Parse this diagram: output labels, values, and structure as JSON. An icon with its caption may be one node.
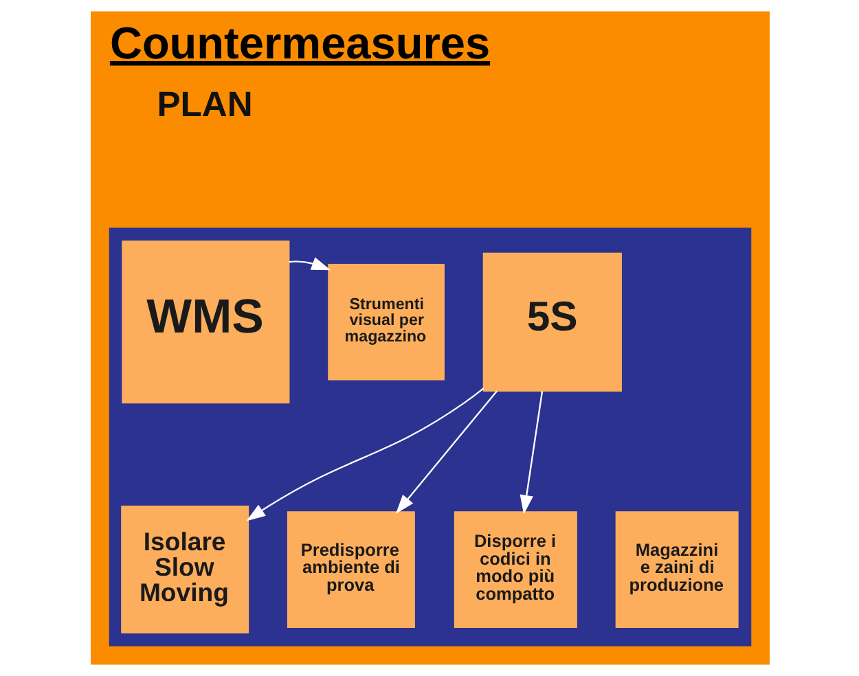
{
  "diagram": {
    "title": "Countermeasures",
    "nodes": [
      {
        "text": [],
        "shape": "box"
      },
      {
        "text": [
          "WMS"
        ],
        "in": 0
      },
      {
        "text": [
          "Strumenti visual per magazzino"
        ],
        "in": 0
      },
      {
        "text": [
          "5S"
        ],
        "in": 0
      },
      {
        "text": [
          "Isolare Slow Moving"
        ],
        "in": 0
      },
      {
        "text": [
          "Predisporre ambiente di prova"
        ],
        "in": 0
      },
      {
        "text": [
          "Disporre i codici in modo più compatto"
        ],
        "in": 0
      },
      {
        "text": [
          "Magazzini e zaini di produzione"
        ],
        "in": 0
      }
    ],
    "edges": [
      {
        "from": 1,
        "to": 2,
        "arrow": "to"
      },
      {
        "from": 3,
        "to": 4,
        "arrow": "to"
      },
      {
        "from": 3,
        "to": 5,
        "arrow": "to"
      },
      {
        "from": 3,
        "to": 6,
        "arrow": "to"
      }
    ],
    "labels": [
      "PLAN"
    ]
  }
}
